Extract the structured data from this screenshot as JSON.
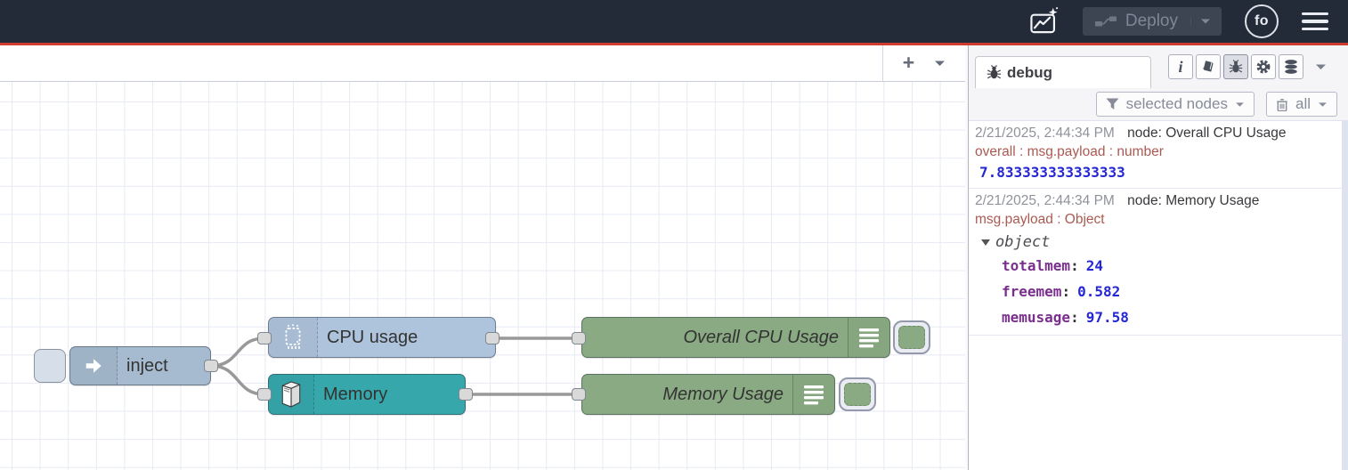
{
  "header": {
    "deploy_label": "Deploy",
    "avatar_text": "fo"
  },
  "canvas": {
    "add_flow_label": "+",
    "nodes": {
      "inject": {
        "label": "inject",
        "color": "#a6bbcf"
      },
      "cpu": {
        "label": "CPU usage",
        "color": "#aec3dc"
      },
      "memory": {
        "label": "Memory",
        "color": "#36a8ac"
      },
      "overall": {
        "label": "Overall CPU Usage",
        "color": "#89aa82"
      },
      "memusage": {
        "label": "Memory Usage",
        "color": "#89aa82"
      }
    },
    "wire_color": "#999999"
  },
  "sidebar": {
    "tab_label": "debug",
    "filter_button_label": "selected nodes",
    "clear_button_label": "all",
    "colon": ":",
    "messages": [
      {
        "timestamp": "2/21/2025, 2:44:34 PM",
        "source": "node: Overall CPU Usage",
        "path": "overall : msg.payload : number",
        "value": "7.833333333333333"
      },
      {
        "timestamp": "2/21/2025, 2:44:34 PM",
        "source": "node: Memory Usage",
        "path": "msg.payload : Object",
        "object_label": "object",
        "fields": [
          {
            "key": "totalmem",
            "value": "24"
          },
          {
            "key": "freemem",
            "value": "0.582"
          },
          {
            "key": "memusage",
            "value": "97.58"
          }
        ]
      }
    ]
  },
  "colors": {
    "header_bg": "#232b39",
    "accent_red": "#ce3b30",
    "debug_value_blue": "#2427d3",
    "debug_key_purple": "#7a2e8e",
    "debug_path_red": "#ab5a52",
    "grid_line": "#e7eaf5"
  }
}
